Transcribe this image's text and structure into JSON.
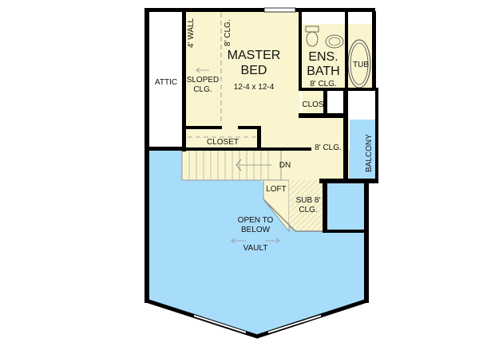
{
  "colors": {
    "wall": "#000000",
    "room_fill": "#faf5cf",
    "open_fill": "#a8dcfb",
    "attic_fill": "#ffffff",
    "balcony_fill": "#a8dcfb",
    "hatch": "#c9c3a0",
    "dashed": "#888888",
    "arrow": "#999999"
  },
  "rooms": {
    "attic": {
      "label": "ATTIC"
    },
    "master_bed": {
      "title1": "MASTER",
      "title2": "BED",
      "size": "12-4 x 12-4",
      "wall_note": "4' WALL",
      "ceiling_note": "8' CLG.",
      "sloped1": "SLOPED",
      "sloped2": "CLG."
    },
    "ens_bath": {
      "title1": "ENS.",
      "title2": "BATH",
      "ceiling": "8' CLG.",
      "tub": "TUB"
    },
    "clos": {
      "label": "CLOS"
    },
    "closet": {
      "label": "CLOSET"
    },
    "hall": {
      "ceiling": "8' CLG."
    },
    "balcony": {
      "label": "BALCONY"
    },
    "stairs": {
      "label": "DN"
    },
    "loft": {
      "label": "LOFT"
    },
    "sub": {
      "line1": "SUB 8'",
      "line2": "CLG."
    },
    "open": {
      "line1": "OPEN TO",
      "line2": "BELOW",
      "vault": "VAULT"
    }
  }
}
